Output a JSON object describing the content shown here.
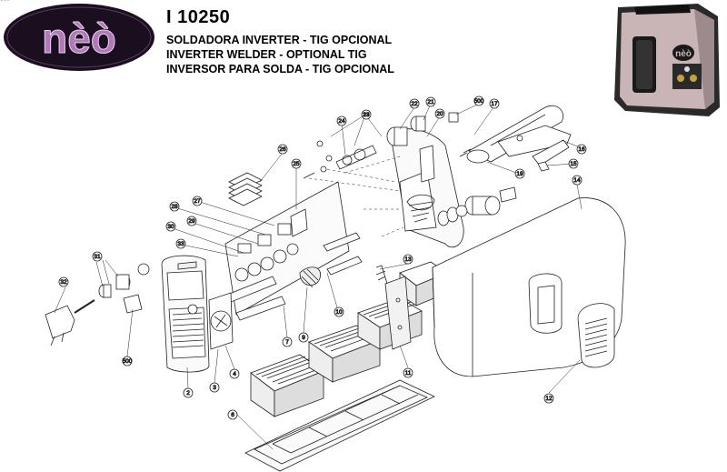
{
  "header": {
    "logo_text": "nèò",
    "model": "I 10250",
    "subtitle_es": "SOLDADORA INVERTER - TIG OPCIONAL",
    "subtitle_en": "INVERTER WELDER - OPTIONAL TIG",
    "subtitle_pt": "INVERSOR PARA SOLDA - TIG OPCIONAL"
  },
  "product": {
    "label": "nèò"
  },
  "colors": {
    "logo_dark": "#1a0f1f",
    "logo_purple": "#b07ab8",
    "body_pink": "#c9b4b6",
    "line": "#222222"
  },
  "callouts": [
    "2",
    "3",
    "4",
    "6",
    "7",
    "9",
    "10",
    "11",
    "12",
    "13",
    "14",
    "15",
    "16",
    "17",
    "19",
    "20",
    "21",
    "22",
    "23",
    "24",
    "25",
    "26",
    "27",
    "28",
    "29",
    "30",
    "31",
    "32",
    "33",
    "500",
    "500",
    "500"
  ]
}
